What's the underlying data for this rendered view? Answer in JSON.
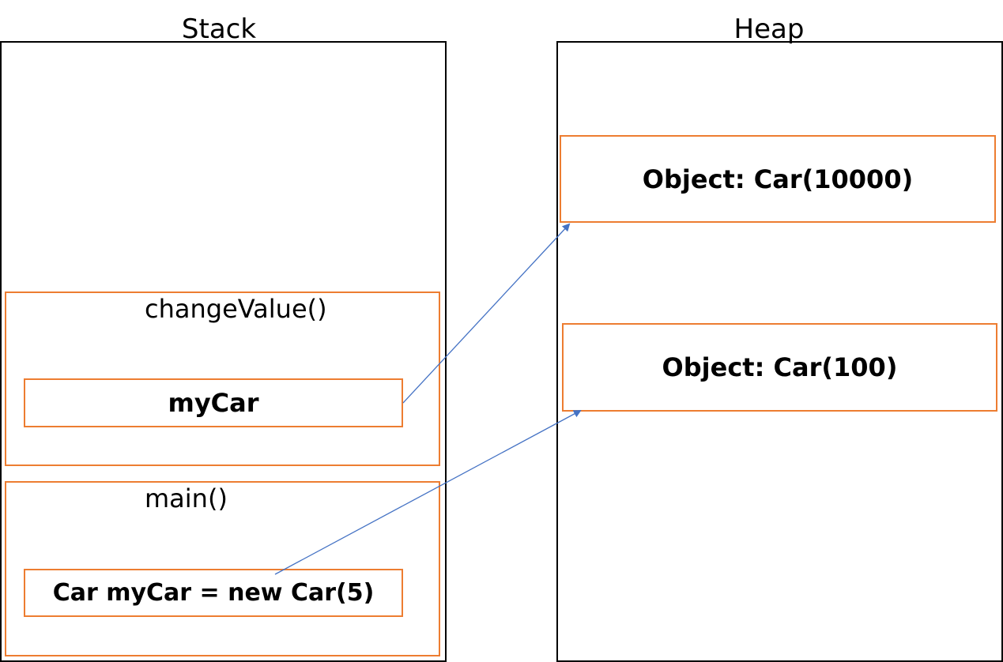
{
  "stack": {
    "title": "Stack",
    "frames": [
      {
        "label": "changeValue()",
        "variable": "myCar"
      },
      {
        "label": "main()",
        "variable": "Car myCar = new Car(5)"
      }
    ]
  },
  "heap": {
    "title": "Heap",
    "objects": [
      {
        "label": "Object: Car(10000)"
      },
      {
        "label": "Object: Car(100)"
      }
    ]
  },
  "colors": {
    "frame_border": "#ED7D31",
    "arrow": "#4472C4",
    "panel_border": "#000000"
  }
}
